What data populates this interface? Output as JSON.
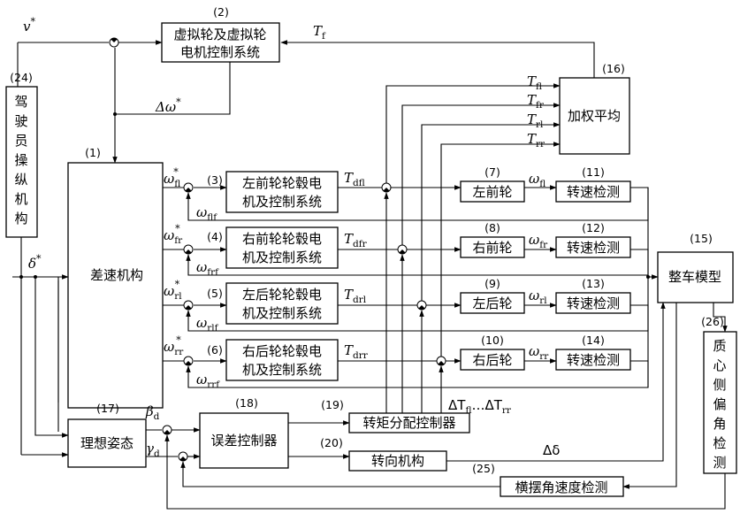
{
  "blocks": {
    "b2": {
      "num": "(2)",
      "l1": "虚拟轮及虚拟轮",
      "l2": "电机控制系统"
    },
    "b24": {
      "num": "(24)",
      "chars": [
        "驾",
        "驶",
        "员",
        "操",
        "纵",
        "机",
        "构"
      ]
    },
    "b1": {
      "num": "(1)",
      "label": "差速机构"
    },
    "b16": {
      "num": "(16)",
      "label": "加权平均"
    },
    "b3": {
      "num": "(3)",
      "l1": "左前轮轮毂电",
      "l2": "机及控制系统"
    },
    "b4": {
      "num": "(4)",
      "l1": "右前轮轮毂电",
      "l2": "机及控制系统"
    },
    "b5": {
      "num": "(5)",
      "l1": "左后轮轮毂电",
      "l2": "机及控制系统"
    },
    "b6": {
      "num": "(6)",
      "l1": "右后轮轮毂电",
      "l2": "机及控制系统"
    },
    "b7": {
      "num": "(7)",
      "label": "左前轮"
    },
    "b8": {
      "num": "(8)",
      "label": "右前轮"
    },
    "b9": {
      "num": "(9)",
      "label": "左后轮"
    },
    "b10": {
      "num": "(10)",
      "label": "右后轮"
    },
    "b11": {
      "num": "(11)",
      "label": "转速检测"
    },
    "b12": {
      "num": "(12)",
      "label": "转速检测"
    },
    "b13": {
      "num": "(13)",
      "label": "转速检测"
    },
    "b14": {
      "num": "(14)",
      "label": "转速检测"
    },
    "b15": {
      "num": "(15)",
      "label": "整车模型"
    },
    "b26": {
      "num": "(26)",
      "chars": [
        "质",
        "心",
        "侧",
        "偏",
        "角",
        "检",
        "测"
      ]
    },
    "b17": {
      "num": "(17)",
      "label": "理想姿态"
    },
    "b18": {
      "num": "(18)",
      "label": "误差控制器"
    },
    "b19": {
      "num": "(19)",
      "label": "转矩分配控制器"
    },
    "b20": {
      "num": "(20)",
      "label": "转向机构"
    },
    "b25": {
      "num": "(25)",
      "label": "横摆角速度检测"
    }
  },
  "signals": {
    "v_star": {
      "base": "v",
      "sup": "*"
    },
    "Tf": {
      "base": "T",
      "sub": "f"
    },
    "delta_omega": {
      "base": "Δω",
      "sup": "*"
    },
    "delta_star": {
      "base": "δ",
      "sup": "*"
    },
    "Tfl": {
      "base": "T",
      "sub": "fl"
    },
    "Tfr": {
      "base": "T",
      "sub": "fr"
    },
    "Trl": {
      "base": "T",
      "sub": "rl"
    },
    "Trr": {
      "base": "T",
      "sub": "rr"
    },
    "w_fl_star": {
      "base": "ω",
      "sub": "fl",
      "sup": "*"
    },
    "w_fr_star": {
      "base": "ω",
      "sub": "fr",
      "sup": "*"
    },
    "w_rl_star": {
      "base": "ω",
      "sub": "rl",
      "sup": "*"
    },
    "w_rr_star": {
      "base": "ω",
      "sub": "rr",
      "sup": "*"
    },
    "w_flf": {
      "base": "ω",
      "sub": "flf"
    },
    "w_frf": {
      "base": "ω",
      "sub": "frf"
    },
    "w_rlf": {
      "base": "ω",
      "sub": "rlf"
    },
    "w_rrf": {
      "base": "ω",
      "sub": "rrf"
    },
    "Tdfl": {
      "base": "T",
      "sub": "dfl"
    },
    "Tdfr": {
      "base": "T",
      "sub": "dfr"
    },
    "Tdrl": {
      "base": "T",
      "sub": "drl"
    },
    "Tdrr": {
      "base": "T",
      "sub": "drr"
    },
    "w_fl": {
      "base": "ω",
      "sub": "fl"
    },
    "w_fr": {
      "base": "ω",
      "sub": "fr"
    },
    "w_rl": {
      "base": "ω",
      "sub": "rl"
    },
    "w_rr": {
      "base": "ω",
      "sub": "rr"
    },
    "dT_a": {
      "base": "ΔT",
      "sub": "fl"
    },
    "dT_dots": "…",
    "dT_b": {
      "base": "ΔT",
      "sub": "rr"
    },
    "beta_d": {
      "base": "β",
      "sub": "d"
    },
    "gamma_d": {
      "base": "γ",
      "sub": "d"
    },
    "delta_delta": "Δδ"
  }
}
